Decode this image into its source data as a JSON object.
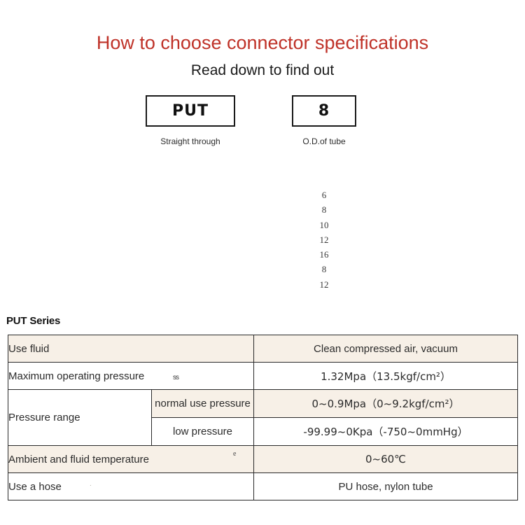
{
  "header": {
    "title": "How to choose connector specifications",
    "subtitle": "Read down to find out",
    "title_color": "#bf3228"
  },
  "code_selector": {
    "groups": [
      {
        "code": "PUT",
        "caption": "Straight through"
      },
      {
        "code": "8",
        "caption": "O.D.of tube"
      }
    ],
    "tube_sizes": [
      "6",
      "8",
      "10",
      "12",
      "16",
      "8",
      "12"
    ]
  },
  "series": {
    "label": "PUT Series"
  },
  "spec_table": {
    "row_highlight_color": "#f7f0e7",
    "rows": [
      {
        "label": "Use fluid",
        "sublabel": null,
        "value": "Clean compressed air, vacuum"
      },
      {
        "label": "Maximum operating pressure",
        "sublabel": null,
        "value": "1.32Mpa（13.5kgf/cm²）"
      },
      {
        "label": "Pressure range",
        "sublabel": "normal use pressure",
        "value": "0~0.9Mpa（0~9.2kgf/cm²）"
      },
      {
        "label": "",
        "sublabel": "low pressure",
        "value": "-99.99~0Kpa（-750~0mmHg）"
      },
      {
        "label": "Ambient and fluid temperature",
        "sublabel": null,
        "value": "0~60℃"
      },
      {
        "label": "Use a hose",
        "sublabel": null,
        "value": "PU hose, nylon tube"
      }
    ]
  },
  "artifacts": {
    "overlap_glyph": "ss",
    "stray_e": "e",
    "stray_mark": "."
  }
}
